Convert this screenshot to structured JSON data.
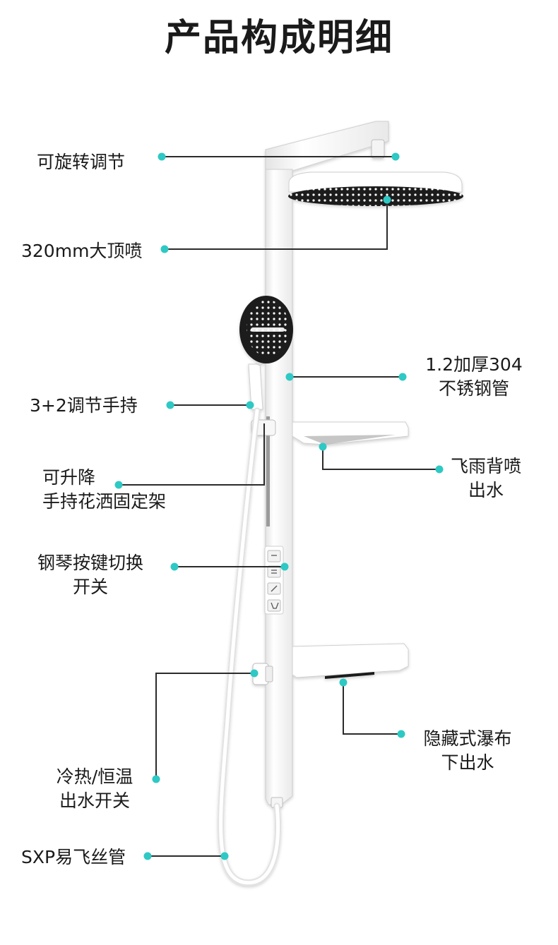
{
  "page": {
    "title": "产品构成明细"
  },
  "colors": {
    "accent_dot": "#2ec9c4",
    "leader_line": "#2b2b2b",
    "product_white": "#ffffff",
    "product_edge": "#cfcfcf",
    "spray_dark": "#1b1b1b"
  },
  "callouts": [
    {
      "id": "rotatable",
      "lines": [
        "可旋转调节"
      ]
    },
    {
      "id": "top-spray",
      "lines": [
        "320mm大顶喷"
      ]
    },
    {
      "id": "steel-pipe",
      "lines": [
        "1.2加厚304",
        "不锈钢管"
      ]
    },
    {
      "id": "handheld",
      "lines": [
        "3+2调节手持"
      ]
    },
    {
      "id": "back-spray",
      "lines": [
        "飞雨背喷",
        "出水"
      ]
    },
    {
      "id": "holder",
      "lines": [
        "可升降",
        "手持花洒固定架"
      ]
    },
    {
      "id": "piano-keys",
      "lines": [
        "钢琴按键切换",
        "开关"
      ]
    },
    {
      "id": "waterfall",
      "lines": [
        "隐藏式瀑布",
        "下出水"
      ]
    },
    {
      "id": "thermo-switch",
      "lines": [
        "冷热/恒温",
        "出水开关"
      ]
    },
    {
      "id": "hose",
      "lines": [
        "SXP易飞丝管"
      ]
    }
  ]
}
